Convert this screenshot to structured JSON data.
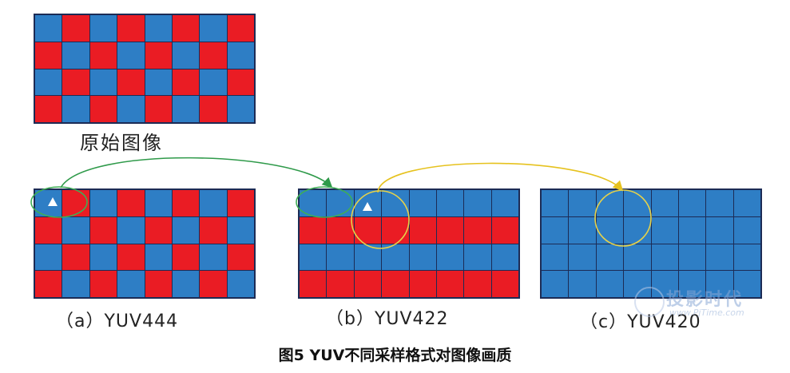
{
  "colors": {
    "red": "#ea1c24",
    "blue": "#2e7ec5",
    "green_arrow": "#2f9a4a",
    "yellow_arrow": "#e6c21e"
  },
  "original": {
    "label": "原始图像",
    "pattern": "checkerboard",
    "rows": 4,
    "cols": 8
  },
  "panels": [
    {
      "id": "a",
      "label": "（a）YUV444",
      "pattern": "checkerboard",
      "rows": 4,
      "cols": 8
    },
    {
      "id": "b",
      "label": "（b）YUV422",
      "pattern": "alternating-rows",
      "rows": 4,
      "cols": 8
    },
    {
      "id": "c",
      "label": "（c）YUV420",
      "pattern": "all-blue",
      "rows": 4,
      "cols": 8
    }
  ],
  "caption": "图5 YUV不同采样格式对图像画质",
  "watermark": {
    "text": "投影时代",
    "sub": "www.PjTime.com"
  }
}
